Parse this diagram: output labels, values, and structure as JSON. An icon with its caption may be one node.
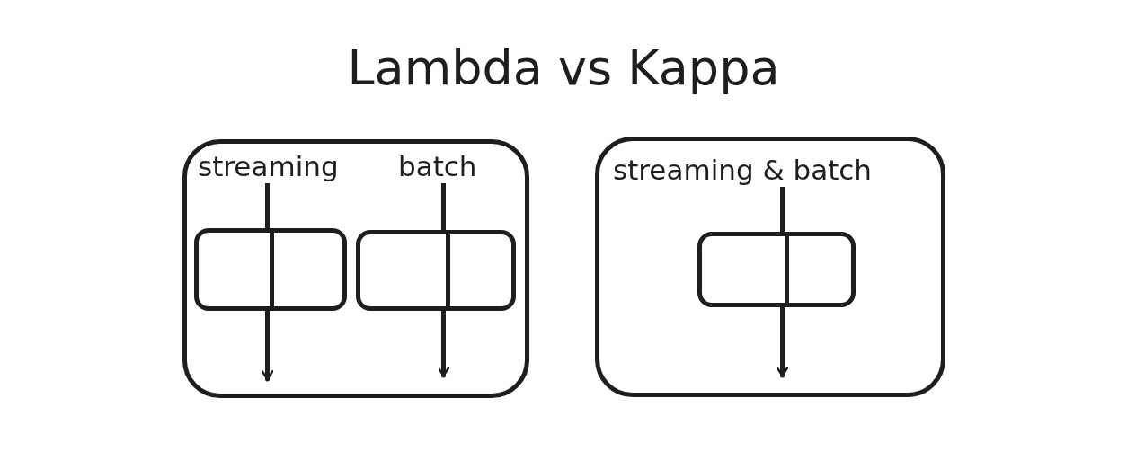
{
  "diagram": {
    "title": "Lambda vs Kappa",
    "nodes": [
      {
        "text": [],
        "shape": "box"
      },
      {
        "text": [
          "streaming"
        ],
        "in": 0
      },
      {
        "text": [
          "batch"
        ],
        "in": 0
      },
      {
        "text": [],
        "shape": "box",
        "in": 0
      },
      {
        "text": [],
        "shape": "box",
        "in": 0
      },
      {
        "text": [],
        "shape": "box"
      },
      {
        "text": [
          "streaming & batch"
        ],
        "in": 5
      },
      {
        "text": [],
        "shape": "box",
        "in": 5
      }
    ],
    "edges": [
      {
        "from": 1,
        "to": 3,
        "arrow": "none"
      },
      {
        "from": 3,
        "to": null,
        "arrow": "to"
      },
      {
        "from": 2,
        "to": 4,
        "arrow": "none"
      },
      {
        "from": 4,
        "to": null,
        "arrow": "to"
      },
      {
        "from": 6,
        "to": 7,
        "arrow": "none"
      },
      {
        "from": 7,
        "to": null,
        "arrow": "to"
      }
    ]
  }
}
